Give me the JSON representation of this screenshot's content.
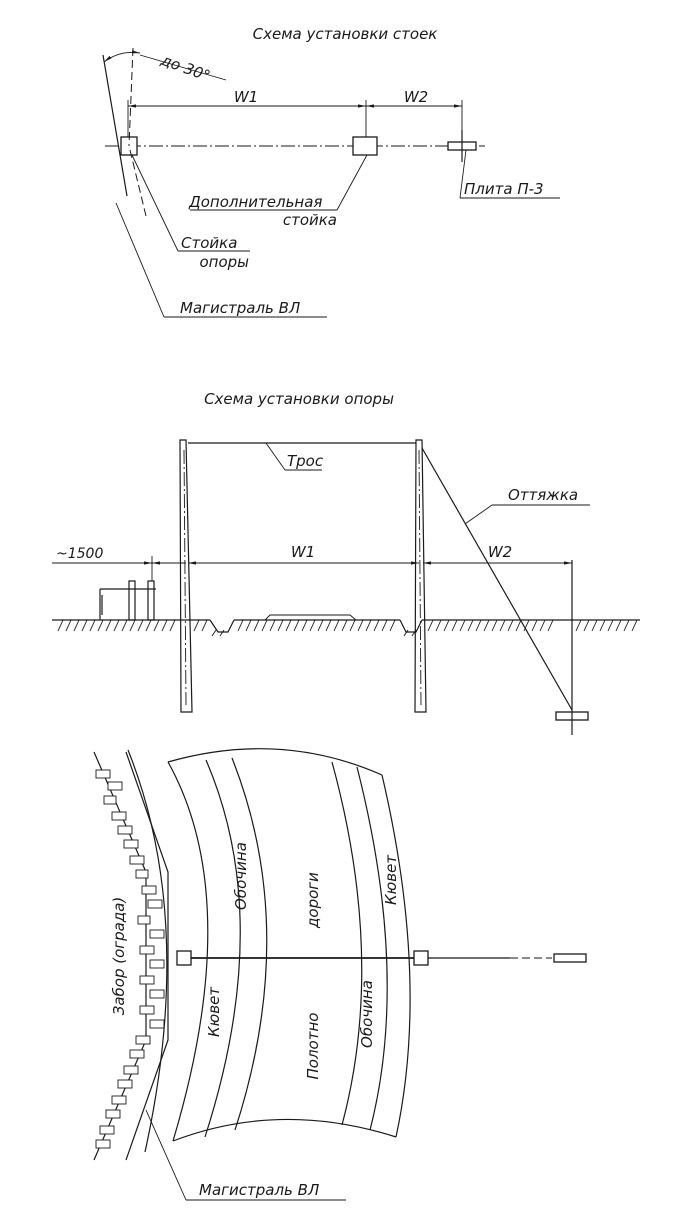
{
  "diagram1": {
    "title": "Схема установки стоек",
    "angle_label": "до 30°",
    "w1": "W1",
    "w2": "W2",
    "extra_post_line1": "Дополнительная",
    "extra_post_line2": "стойка",
    "plate": "Плита П-3",
    "post_line1": "Стойка",
    "post_line2": "опоры",
    "mainline": "Магистраль ВЛ"
  },
  "diagram2": {
    "title": "Схема установки опоры",
    "cable": "Трос",
    "guy": "Оттяжка",
    "offset": "~1500",
    "w1": "W1",
    "w2": "W2"
  },
  "diagram3": {
    "fence": "Забор (ограда)",
    "shoulder_left": "Обочина",
    "road_upper": "дороги",
    "ditch_right": "Кювет",
    "ditch_left": "Кювет",
    "road_lower": "Полотно",
    "shoulder_right": "Обочина",
    "mainline": "Магистраль ВЛ"
  }
}
